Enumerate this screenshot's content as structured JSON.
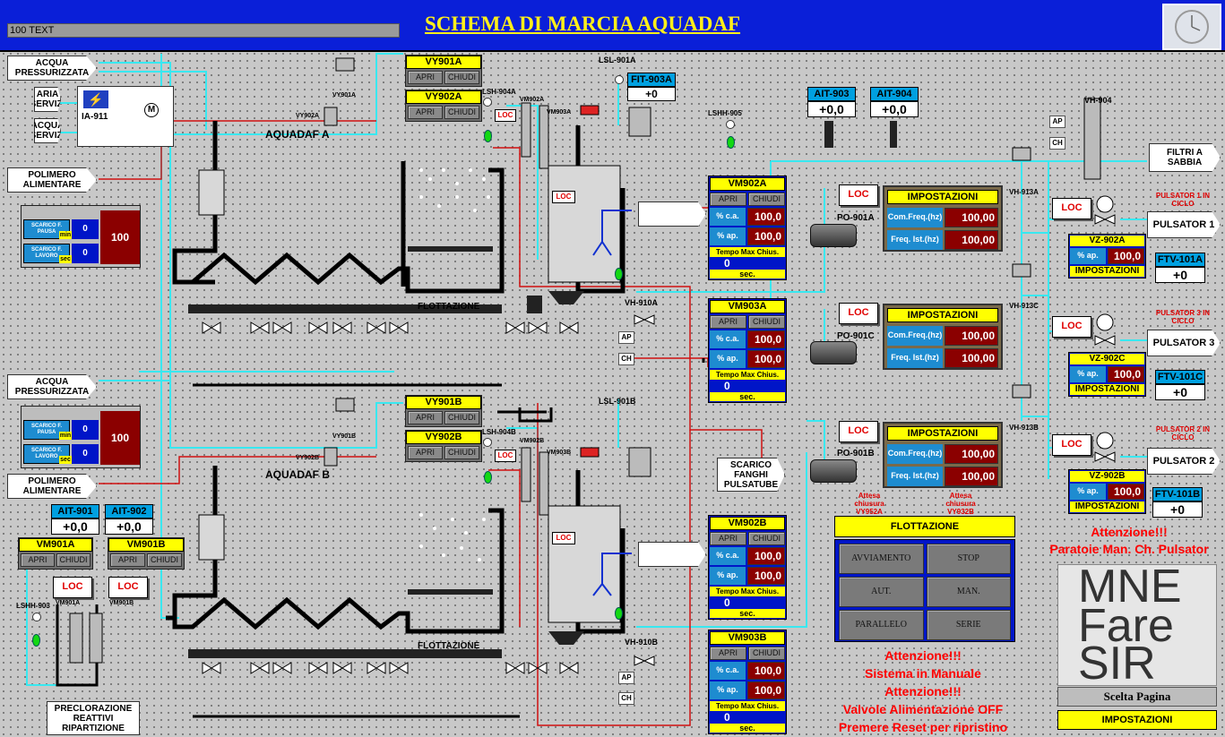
{
  "header": {
    "code": "100",
    "code_label": "TEXT",
    "title": "SCHEMA DI MARCIA AQUADAF"
  },
  "callouts": {
    "acqua_press_a": "ACQUA PRESSURIZZATA",
    "aria_servizi": "ARIA SERVIZI",
    "acqua_servizi": "ACQUA SERVIZI",
    "polimero_a": "POLIMERO ALIMENTARE",
    "acqua_press_b": "ACQUA PRESSURIZZATA",
    "polimero_b": "POLIMERO ALIMENTARE",
    "filtri": "FILTRI A SABBIA",
    "scarico_fanghi": "SCARICO FANGHI PULSATUBE",
    "preclorazione": "PRECLORAZIONE REATTIVI RIPARTIZIONE",
    "pulsator1": "PULSATOR 1",
    "pulsator3": "PULSATOR 3",
    "pulsator2": "PULSATOR 2"
  },
  "tags": {
    "ia911": "IA-911",
    "aquadaf_a": "AQUADAF A",
    "aquadaf_b": "AQUADAF B",
    "flottazione_a": "FLOTTAZIONE",
    "flottazione_b": "FLOTTAZIONE",
    "lsl901a": "LSL-901A",
    "lsl901b": "LSL-901B",
    "lsh904a": "LSH-904A",
    "lsh904b": "LSH-904B",
    "lshh905": "LSHH-905",
    "lshh903": "LSHH-903",
    "vh904": "VH-904",
    "vh913a": "VH-913A",
    "vh913c": "VH-913C",
    "vh913b": "VH-913B",
    "vh910a": "VH-910A",
    "vh910b": "VH-910B",
    "vy901a_s": "VY901A",
    "vy902a_s": "VY902A",
    "vy901b_s": "VY901B",
    "vy902b_s": "VY902B",
    "vm902a_s": "VM902A",
    "vm903a_s": "VM903A",
    "vm902b_s": "VM902B",
    "vm903b_s": "VM903B",
    "vm901a_s": "VM901A",
    "vm901b_s": "VM901B",
    "po901a": "PO-901A",
    "po901c": "PO-901C",
    "po901b": "PO-901B",
    "ap": "AP",
    "ch": "CH",
    "attesa1": "Attesa chiusura VY952A",
    "attesa2": "Attesa chiusura VY932B",
    "puls1_ciclo": "PULSATOR 1 IN CICLO",
    "puls3_ciclo": "PULSATOR 3 IN CICLO",
    "puls2_ciclo": "PULSATOR 2 IN CICLO"
  },
  "valve_panels": {
    "vy901a": {
      "title": "VY901A",
      "open": "APRI",
      "close": "CHIUDI"
    },
    "vy902a": {
      "title": "VY902A",
      "open": "APRI",
      "close": "CHIUDI"
    },
    "vy901b": {
      "title": "VY901B",
      "open": "APRI",
      "close": "CHIUDI"
    },
    "vy902b": {
      "title": "VY902B",
      "open": "APRI",
      "close": "CHIUDI"
    },
    "vm901a": {
      "title": "VM901A",
      "open": "APRI",
      "close": "CHIUDI"
    },
    "vm901b": {
      "title": "VM901B",
      "open": "APRI",
      "close": "CHIUDI"
    }
  },
  "loc": "LOC",
  "measurements": {
    "fit903a": {
      "title": "FIT-903A",
      "value": "+0"
    },
    "ait903": {
      "title": "AIT-903",
      "value": "+0,0"
    },
    "ait904": {
      "title": "AIT-904",
      "value": "+0,0"
    },
    "ait901": {
      "title": "AIT-901",
      "value": "+0,0"
    },
    "ait902": {
      "title": "AIT-902",
      "value": "+0,0"
    },
    "ftv101a": {
      "title": "FTV-101A",
      "value": "+0"
    },
    "ftv101c": {
      "title": "FTV-101C",
      "value": "+0"
    },
    "ftv101b": {
      "title": "FTV-101B",
      "value": "+0"
    }
  },
  "vm_panels": {
    "vm902a": {
      "title": "VM902A",
      "open": "APRI",
      "close": "CHIUDI",
      "ca_label": "% c.a.",
      "ca": "100,0",
      "ap_label": "% ap.",
      "ap": "100,0",
      "tmax": "Tempo Max Chius.",
      "tval": "0",
      "unit": "sec."
    },
    "vm903a": {
      "title": "VM903A",
      "open": "APRI",
      "close": "CHIUDI",
      "ca_label": "% c.a.",
      "ca": "100,0",
      "ap_label": "% ap.",
      "ap": "100,0",
      "tmax": "Tempo Max Chius.",
      "tval": "0",
      "unit": "sec."
    },
    "vm902b": {
      "title": "VM902B",
      "open": "APRI",
      "close": "CHIUDI",
      "ca_label": "% c.a.",
      "ca": "100,0",
      "ap_label": "% ap.",
      "ap": "100,0",
      "tmax": "Tempo Max Chius.",
      "tval": "0",
      "unit": "sec."
    },
    "vm903b": {
      "title": "VM903B",
      "open": "APRI",
      "close": "CHIUDI",
      "ca_label": "% c.a.",
      "ca": "100,0",
      "ap_label": "% ap.",
      "ap": "100,0",
      "tmax": "Tempo Max Chius.",
      "tval": "0",
      "unit": "sec."
    }
  },
  "impostazioni": {
    "a": {
      "title": "IMPOSTAZIONI",
      "l1": "Com.Freq.(hz)",
      "v1": "100,00",
      "l2": "Freq. Ist.(hz)",
      "v2": "100,00"
    },
    "c": {
      "title": "IMPOSTAZIONI",
      "l1": "Com.Freq.(hz)",
      "v1": "100,00",
      "l2": "Freq. Ist.(hz)",
      "v2": "100,00"
    },
    "b": {
      "title": "IMPOSTAZIONI",
      "l1": "Com.Freq.(hz)",
      "v1": "100,00",
      "l2": "Freq. Ist.(hz)",
      "v2": "100,00"
    }
  },
  "vz_panels": {
    "vz902a": {
      "title": "VZ-902A",
      "label": "% ap.",
      "value": "100,0",
      "imp": "IMPOSTAZIONI"
    },
    "vz902c": {
      "title": "VZ-902C",
      "label": "% ap.",
      "value": "100,0",
      "imp": "IMPOSTAZIONI"
    },
    "vz902b": {
      "title": "VZ-902B",
      "label": "% ap.",
      "value": "100,0",
      "imp": "IMPOSTAZIONI"
    }
  },
  "scarico": {
    "a": {
      "pausa": "SCARICO F. PAUSA",
      "pausa_val": "0",
      "pausa_unit": "min",
      "lavoro": "SCARICO F. LAVORO",
      "lavoro_val": "0",
      "lavoro_unit": "sec",
      "big": "100"
    },
    "b": {
      "pausa": "SCARICO F. PAUSA",
      "pausa_val": "0",
      "pausa_unit": "min",
      "lavoro": "SCARICO F. LAVORO",
      "lavoro_val": "0",
      "lavoro_unit": "sec",
      "big": "100"
    }
  },
  "flottazione_panel": {
    "title": "FLOTTAZIONE",
    "avviamento": "AVVIAMENTO",
    "stop": "STOP",
    "aut": "AUT.",
    "man": "MAN.",
    "parallelo": "PARALLELO",
    "serie": "SERIE"
  },
  "warnings": {
    "paratoie_1": "Attenzione!!!",
    "paratoie_2": "Paratoie Man. Ch. Pulsator",
    "sys_1": "Attenzione!!!",
    "sys_2": "Sistema in Manuale",
    "sys_3": "Attenzione!!!",
    "sys_4": "Valvole Alimentazione OFF",
    "sys_5": "Premere Reset per ripristino"
  },
  "nav": {
    "scelta": "Scelta Pagina",
    "impostazioni": "IMPOSTAZIONI",
    "garbled_1": "MNE",
    "garbled_2": "Fare",
    "garbled_3": "SIR"
  },
  "colors": {
    "topbar": "#0a1fd8",
    "title": "#ffef1a",
    "pipe_cyan": "#38e8f0",
    "pipe_red": "#d01010",
    "warn": "#ff0000"
  }
}
